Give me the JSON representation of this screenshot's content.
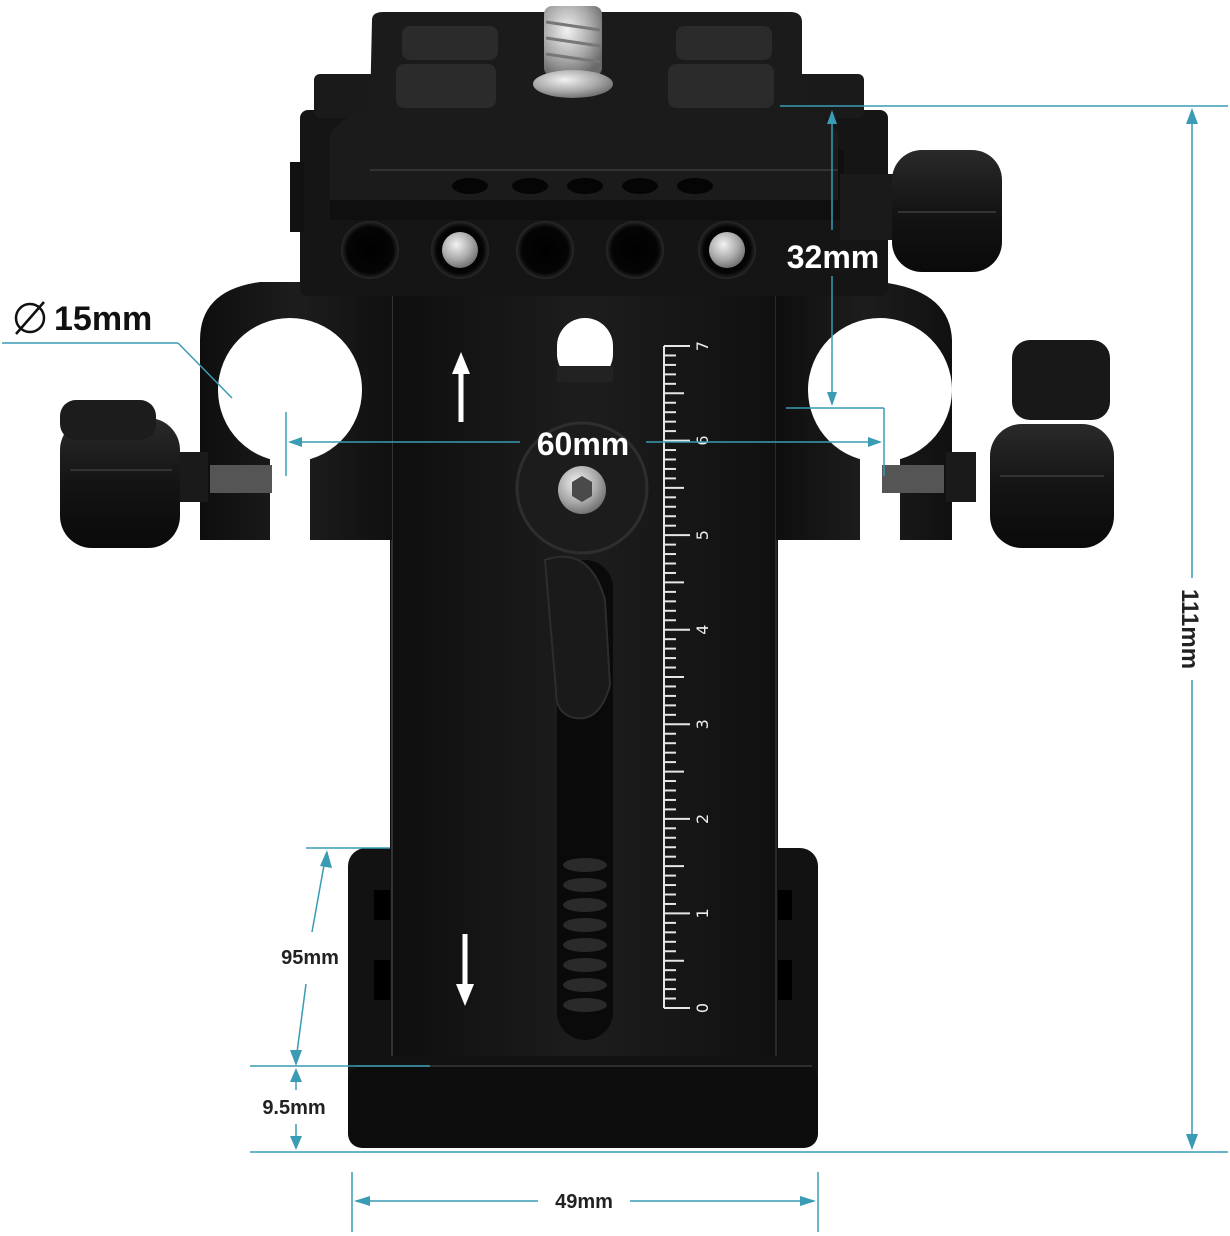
{
  "colors": {
    "dimension_line": "#3a9bb5",
    "metal": "#161616",
    "metal_highlight": "#2c2c2c",
    "metal_edge": "#3a3a3a",
    "screw": "#bdbdbd",
    "label_dark": "#111111",
    "label_white": "#ffffff",
    "scale_marks": "#e6e6e6"
  },
  "dimensions": {
    "rod_diameter": {
      "symbol": "∅",
      "value": "15mm"
    },
    "rod_spacing": "60mm",
    "rod_to_plate": "32mm",
    "total_height": "111mm",
    "base_height": "95mm",
    "base_plate_thickness": "9.5mm",
    "base_width": "49mm"
  },
  "scale": {
    "numbers": [
      "0",
      "1",
      "2",
      "3",
      "4",
      "5",
      "6",
      "7"
    ]
  },
  "icons": [
    "arrow-up-icon",
    "arrow-down-icon",
    "diameter-icon"
  ]
}
